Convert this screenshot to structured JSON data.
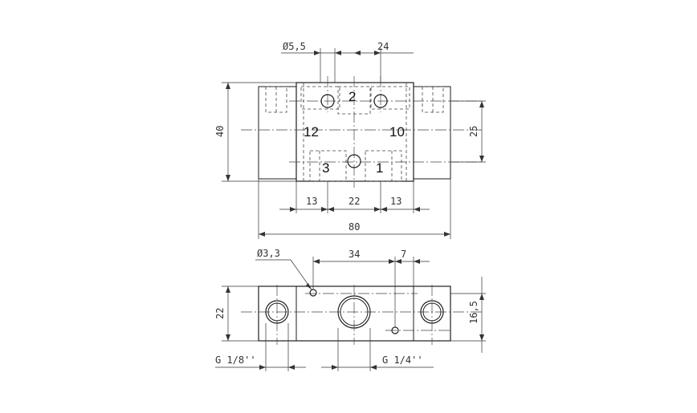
{
  "top_view": {
    "ports": {
      "p2": "2",
      "p12": "12",
      "p10": "10",
      "p3": "3",
      "p1": "1"
    },
    "dims": {
      "hole_dia": "Ø5,5",
      "hole_spacing": "24",
      "height": "40",
      "port_spacing": "25",
      "left_13": "13",
      "mid_22": "22",
      "right_13": "13",
      "overall_length": "80"
    }
  },
  "front_view": {
    "dims": {
      "small_hole_dia": "Ø3,3",
      "dist_34": "34",
      "dist_7": "7",
      "height": "22",
      "port_height": "16,5",
      "thread_small": "G 1/8''",
      "thread_large": "G 1/4''"
    }
  }
}
